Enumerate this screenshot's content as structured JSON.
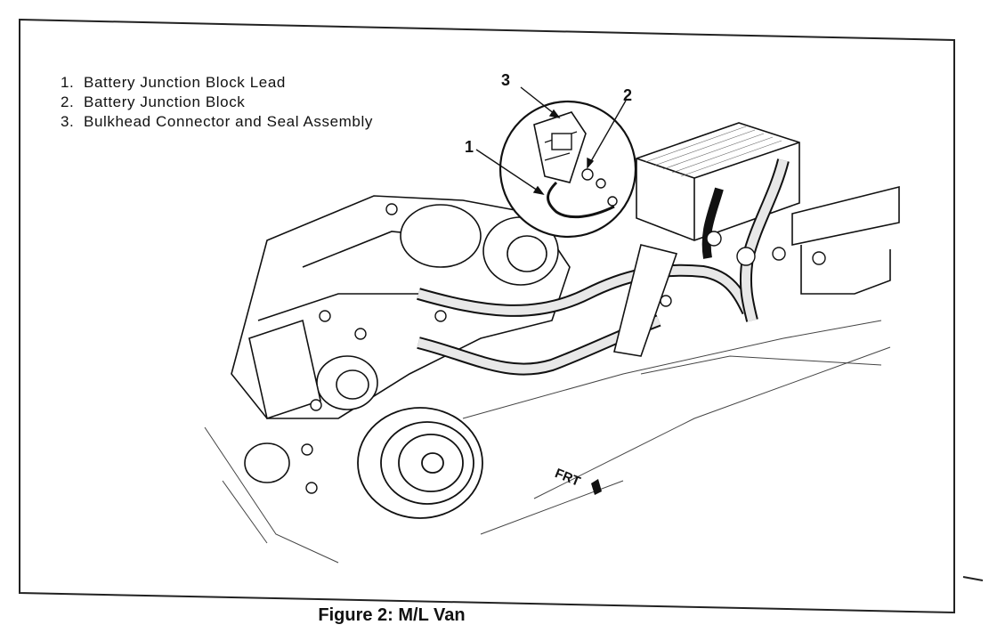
{
  "legend": [
    {
      "num": "1.",
      "label": "Battery Junction Block Lead"
    },
    {
      "num": "2.",
      "label": "Battery Junction Block"
    },
    {
      "num": "3.",
      "label": "Bulkhead Connector and Seal Assembly"
    }
  ],
  "callouts": [
    "1",
    "2",
    "3"
  ],
  "direction_label": "FRT",
  "caption": "Figure 2:  M/L Van"
}
